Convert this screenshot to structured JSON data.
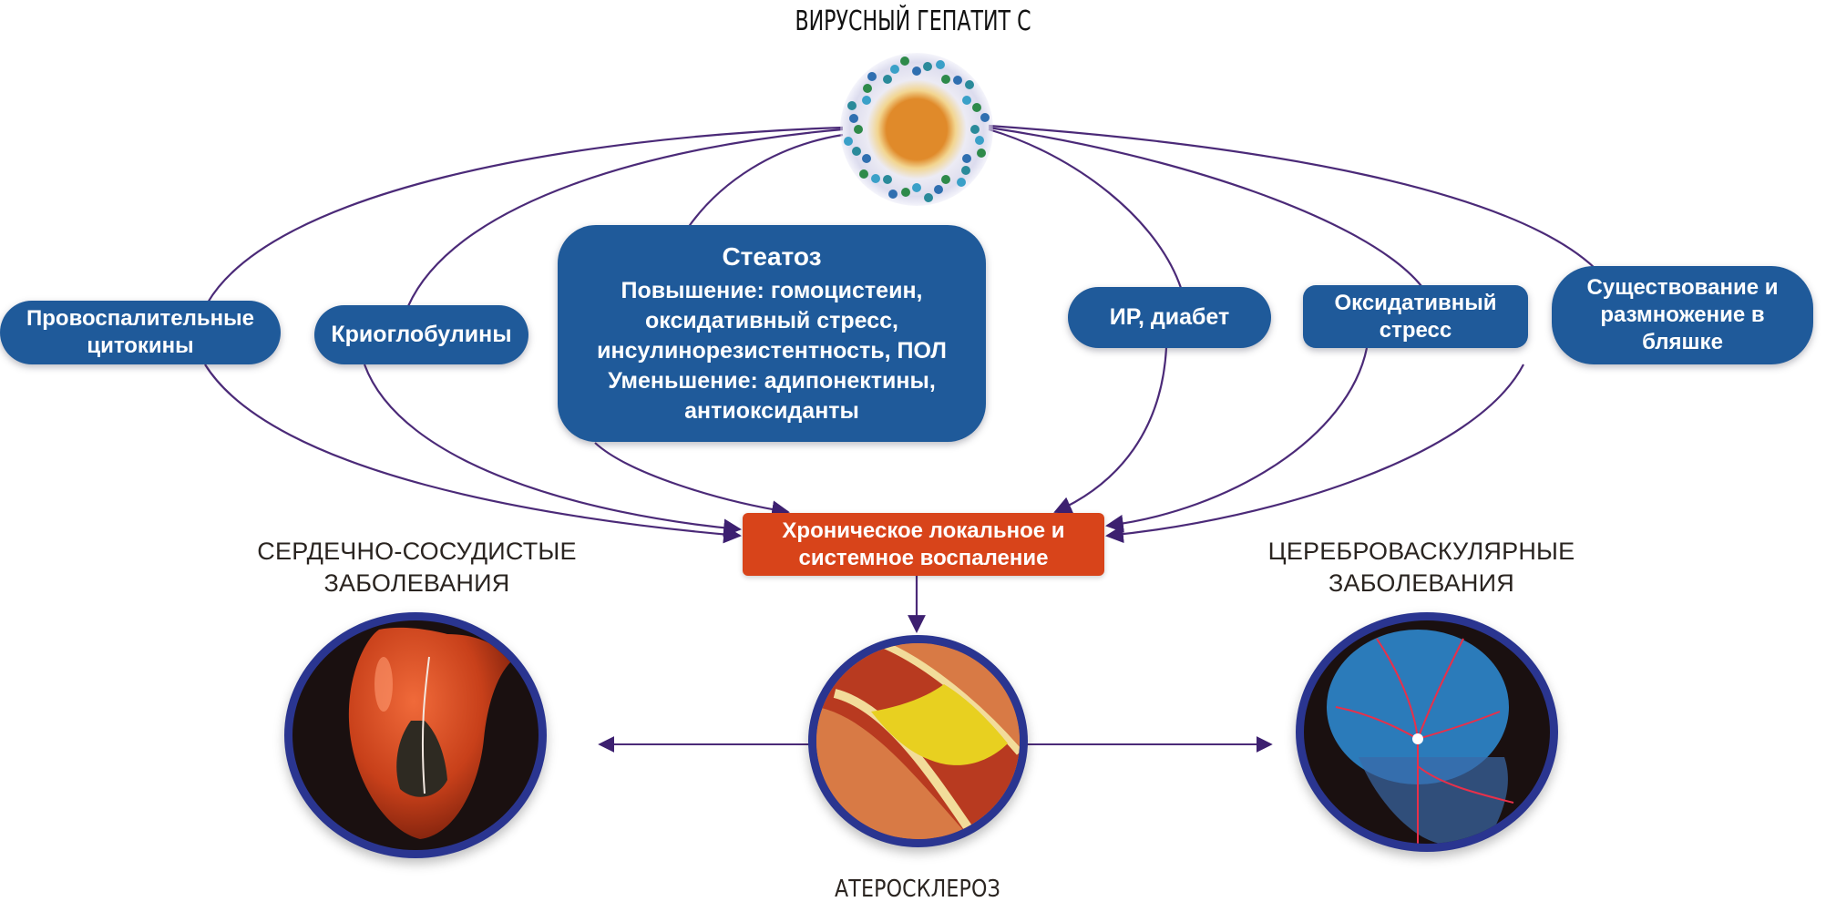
{
  "title": "ВИРУСНЫЙ ГЕПАТИТ С",
  "source_node": {
    "icon": "hepatitis-c-virus-icon"
  },
  "factors": [
    {
      "id": "cytokines",
      "lines": [
        "Провоспалительные",
        "цитокины"
      ]
    },
    {
      "id": "cryoglobulins",
      "lines": [
        "Криоглобулины"
      ]
    },
    {
      "id": "steatosis",
      "heading": "Стеатоз",
      "lines": [
        "Повышение: гомоцистеин,",
        "оксидативный стресс,",
        "инсулинорезистентность, ПОЛ",
        "Уменьшение: адипонектины,",
        "антиоксиданты"
      ]
    },
    {
      "id": "ir-diabetes",
      "lines": [
        "ИР, диабет"
      ]
    },
    {
      "id": "oxidative-stress",
      "lines": [
        "Оксидативный",
        "стресс"
      ]
    },
    {
      "id": "plaque-survival",
      "lines": [
        "Существование и",
        "размножение в",
        "бляшке"
      ]
    }
  ],
  "central_node": {
    "lines": [
      "Хроническое локальное и",
      "системное воспаление"
    ]
  },
  "outcomes": {
    "cardio": {
      "lines": [
        "СЕРДЕЧНО-СОСУДИСТЫЕ",
        "ЗАБОЛЕВАНИЯ"
      ],
      "icon": "heart-icon"
    },
    "athero": {
      "label": "АТЕРОСКЛЕРОЗ",
      "icon": "artery-plaque-icon"
    },
    "cerebro": {
      "lines": [
        "ЦЕРЕБРОВАСКУЛЯРНЫЕ",
        "ЗАБОЛЕВАНИЯ"
      ],
      "icon": "brain-vessels-icon"
    }
  },
  "colors": {
    "factor_fill": "#1f5a9a",
    "central_fill": "#d8441a",
    "link_stroke": "#4b2a78",
    "medallion_ring": "#2a3590"
  }
}
